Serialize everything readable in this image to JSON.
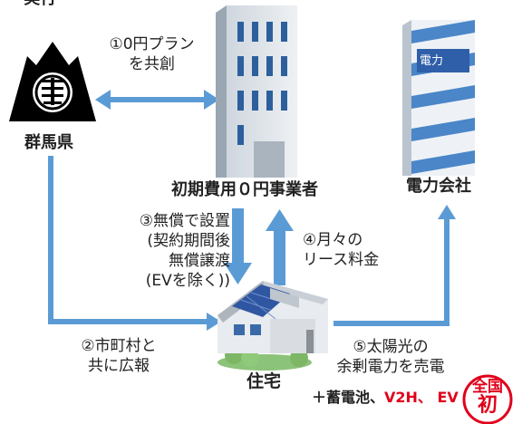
{
  "header": {
    "partial_title": "〜 実行"
  },
  "entities": {
    "prefecture": "群馬県",
    "company": "初期費用０円事業者",
    "utility": "電力会社",
    "utility_sign": "電力",
    "house": "住宅"
  },
  "steps": {
    "step1": {
      "line1": "①0円プラン",
      "line2": "を共創"
    },
    "step2": {
      "line1": "②市町村と",
      "line2": "共に広報"
    },
    "step3": {
      "line1": "③無償で設置",
      "line2": "(契約期間後",
      "line3": "無償譲渡",
      "line4": "(EVを除く))"
    },
    "step4": {
      "line1": "④月々の",
      "line2": "リース料金"
    },
    "step5": {
      "line1": "⑤太陽光の",
      "line2": "余剰電力を売電"
    }
  },
  "storage": {
    "prefix": "＋蓄電池、",
    "red": "V2H、 EV"
  },
  "badge": {
    "top": "全国",
    "bottom": "初"
  },
  "colors": {
    "arrow": "#5b9bd5",
    "badge": "#e0001b"
  }
}
